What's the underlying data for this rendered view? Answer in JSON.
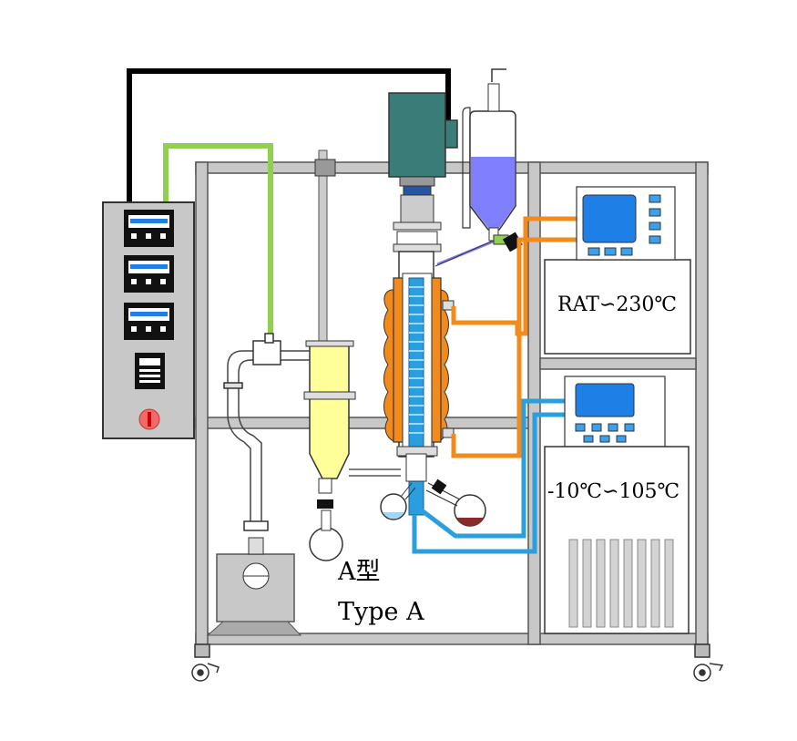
{
  "labels": {
    "heater_range": "RAT∽230℃",
    "chiller_range": "-10℃∽105℃",
    "model_cn": "A型",
    "model_en": "Type A"
  },
  "colors": {
    "frame": "#c8c8c8",
    "heater_oil": "#f28a1c",
    "chiller_coolant": "#2a9fe0",
    "control_wire_black": "#000000",
    "control_wire_green": "#8fd14f",
    "motor": "#3a7d78",
    "feed_liquid": "#8080ff",
    "residue_liquid": "#ffff99",
    "display_screen": "#1e7fe6"
  }
}
